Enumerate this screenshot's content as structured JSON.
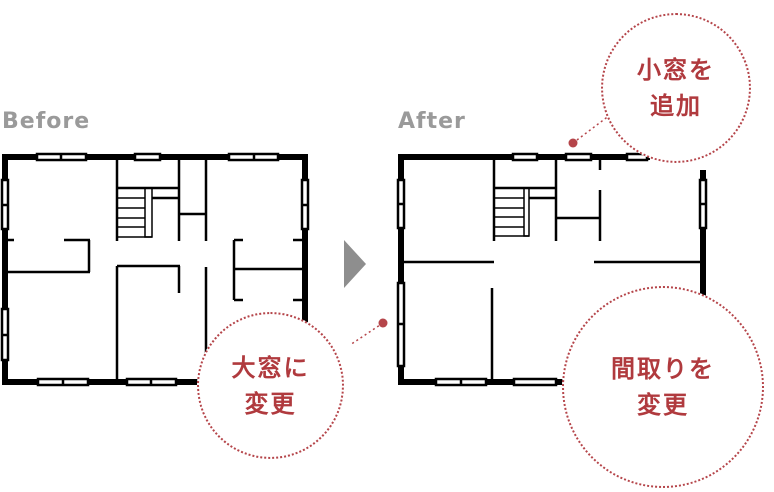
{
  "labels": {
    "before": "Before",
    "after": "After"
  },
  "callouts": {
    "add_window": [
      "小窓を",
      "追加"
    ],
    "large_window": [
      "大窓に",
      "変更"
    ],
    "layout_change": [
      "間取りを",
      "変更"
    ]
  },
  "colors": {
    "accent": "#b03a3e",
    "label_gray": "#9a9a9a",
    "arrow": "#8e8e8e",
    "wall": "#000000"
  },
  "icons": {
    "arrow": "triangle-right"
  }
}
